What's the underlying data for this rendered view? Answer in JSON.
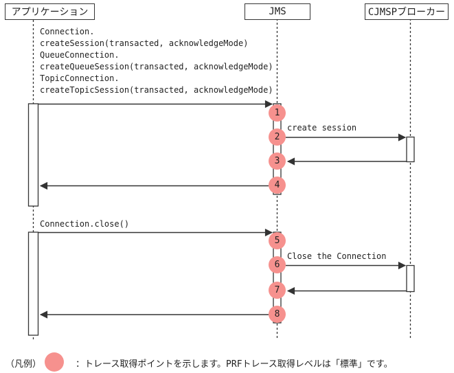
{
  "diagram": {
    "actors": [
      {
        "label": "アプリケーション"
      },
      {
        "label": "JMS"
      },
      {
        "label": "CJMSPブローカー"
      }
    ],
    "messages": {
      "session_create": {
        "lines": [
          "Connection.",
          "createSession(transacted, acknowledgeMode)",
          "QueueConnection.",
          "createQueueSession(transacted, acknowledgeMode)",
          "TopicConnection.",
          "createTopicSession(transacted, acknowledgeMode)"
        ]
      },
      "create_session": "create session",
      "connection_close": "Connection.close()",
      "close_the_connection": "Close the Connection"
    },
    "trace_points": [
      "1",
      "2",
      "3",
      "4",
      "5",
      "6",
      "7",
      "8"
    ]
  },
  "legend": {
    "label": "（凡例）",
    "description": "：トレース取得ポイントを示します。PRFトレース取得レベルは「標準」です。"
  },
  "colors": {
    "trace_point_fill": "#f6918e",
    "line_stroke": "#333333"
  }
}
